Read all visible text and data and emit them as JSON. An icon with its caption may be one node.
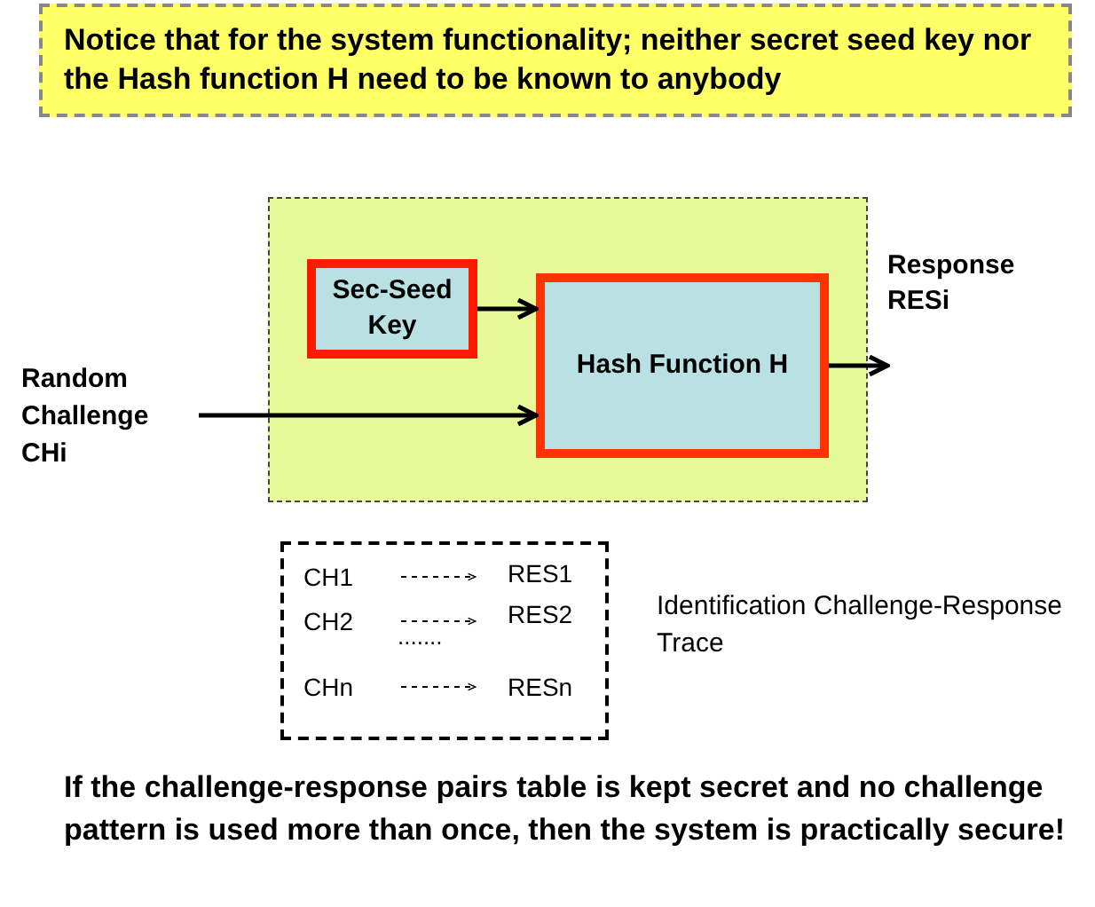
{
  "diagram": {
    "caption": "If the challenge-response pairs table is kept secret and no challenge pattern is used more than once, then the system is practically secure!",
    "nodes": [
      {
        "text": [
          "Notice that for the system functionality; neither secret seed key nor the Hash function H need to be known to anybody"
        ]
      },
      {
        "text": [],
        "shape": "box"
      },
      {
        "text": [
          "Sec-Seed Key"
        ],
        "in": 1
      },
      {
        "text": [
          "Hash Function H"
        ],
        "in": 1
      },
      {
        "text": [
          "Random Challenge CHi"
        ]
      },
      {
        "text": [
          "Response RESi"
        ]
      },
      {
        "text": [],
        "shape": "box",
        "beside": [
          "Identification Challenge-Response Trace"
        ]
      },
      {
        "text": [
          "CH1"
        ],
        "in": 6
      },
      {
        "text": [
          "RES1"
        ],
        "in": 6
      },
      {
        "text": [
          "CH2"
        ],
        "in": 6
      },
      {
        "text": [
          "RES2"
        ],
        "in": 6
      },
      {
        "text": [
          "CHn"
        ],
        "in": 6
      },
      {
        "text": [
          "RESn"
        ],
        "in": 6
      }
    ],
    "edges": [
      {
        "from": 2,
        "to": 3,
        "arrow": "to",
        "style": "thick"
      },
      {
        "from": 4,
        "to": 3,
        "arrow": "to",
        "style": "thick"
      },
      {
        "from": 3,
        "to": 5,
        "arrow": "to",
        "style": "thick"
      },
      {
        "from": 7,
        "to": 8,
        "arrow": "to",
        "style": "dashed"
      },
      {
        "from": 9,
        "to": 10,
        "arrow": "to",
        "style": "dashed"
      },
      {
        "from": 11,
        "to": 12,
        "arrow": "to",
        "style": "dashed"
      }
    ],
    "labels": [
      "......."
    ]
  }
}
